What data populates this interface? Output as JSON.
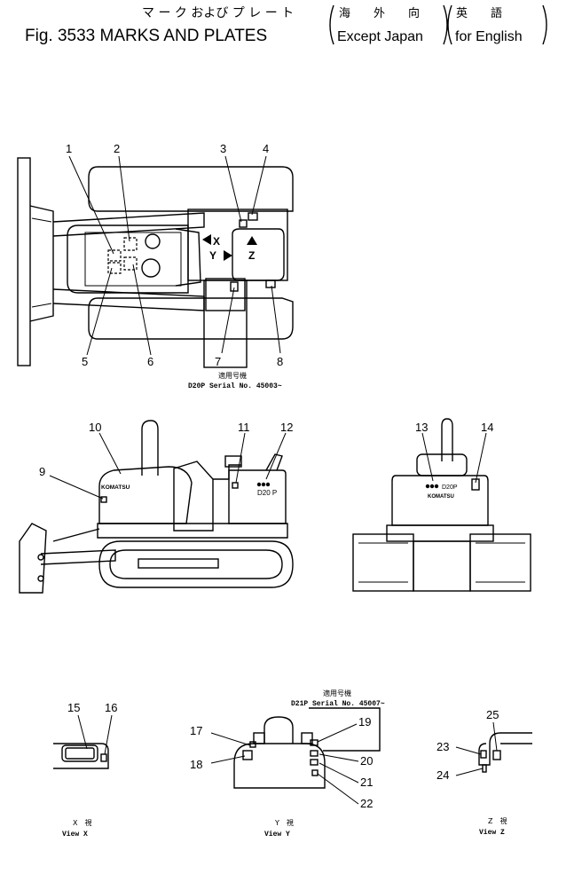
{
  "title": {
    "jp_line": "マ ー ク および プ レ ー ト",
    "jp_paren1": "海　　外　　向",
    "jp_paren2": "英　　語",
    "figure": "Fig. 3533 MARKS AND PLATES",
    "paren1": "Except Japan",
    "paren2": "for English"
  },
  "callouts": [
    "1",
    "2",
    "3",
    "4",
    "5",
    "6",
    "7",
    "8",
    "9",
    "10",
    "11",
    "12",
    "13",
    "14",
    "15",
    "16",
    "17",
    "18",
    "19",
    "20",
    "21",
    "22",
    "23",
    "24",
    "25"
  ],
  "top_view": {
    "serial_jp": "適用号機",
    "serial": "D20P  Serial  No. 45003~",
    "arrow_x": "X",
    "arrow_y": "Y",
    "arrow_z": "Z"
  },
  "side_view": {
    "brand": "KOMATSU",
    "model": "D20 P"
  },
  "rear_view": {
    "model": "D20P",
    "brand": "KOMATSU"
  },
  "lower": {
    "serial_jp": "適用号機",
    "serial": "D21P  Serial  No. 45007~",
    "view_x_jp": "X　視",
    "view_x": "View  X",
    "view_y_jp": "Y　視",
    "view_y": "View  Y",
    "view_z_jp": "Z　視",
    "view_z": "View  Z"
  }
}
